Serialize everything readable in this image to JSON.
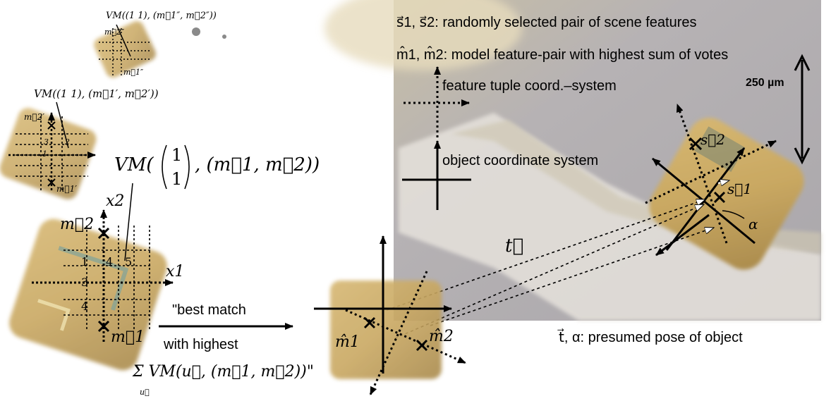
{
  "legend": {
    "scene_pair": "s⃗1, s⃗2: randomly selected pair of scene features",
    "model_pair": "m̂1, m̂2: model feature-pair with highest sum of votes",
    "tuple_cs": "feature tuple coord.–system",
    "object_cs": "object coordinate system",
    "pose": "t⃗, α: presumed pose of object"
  },
  "scale_bar": "250 µm",
  "scene_labels": {
    "s2": "s⃗2",
    "s1": "s⃗1",
    "alpha": "α",
    "t": "t⃗"
  },
  "votes": {
    "top": "VM((1 1), (m⃗1″, m⃗2″))",
    "middle": "VM((1 1), (m⃗1′, m⃗2′))",
    "main_prefix": "VM(",
    "main_vec_1": "1",
    "main_vec_2": "1",
    "main_suffix": ", (m⃗1, m⃗2))"
  },
  "tiny_labels": {
    "m2pp": "m⃗2″",
    "m1pp": "m⃗1″",
    "m2p": "m⃗2′",
    "m1p": "m⃗1′"
  },
  "axes": {
    "x2": "x2",
    "x1": "x1",
    "m2": "m⃗2",
    "m1": "m⃗1"
  },
  "grid_numbers": [
    "1",
    "4",
    "5",
    "3",
    "4"
  ],
  "mini_grid_numbers": [
    "3",
    "2",
    "1"
  ],
  "best_match": {
    "line1": "\"best match",
    "line2": "with highest",
    "formula": "Σ VM(u⃗, (m⃗1, m⃗2))\"",
    "sum_index": "u⃗"
  },
  "model_labels": {
    "m1hat": "m̂1",
    "m2hat": "m̂2"
  },
  "colors": {
    "scene_bg": "#b9b4b2",
    "chip": "#c9a862",
    "chip_dark": "#8a7440",
    "ink": "#000000"
  }
}
